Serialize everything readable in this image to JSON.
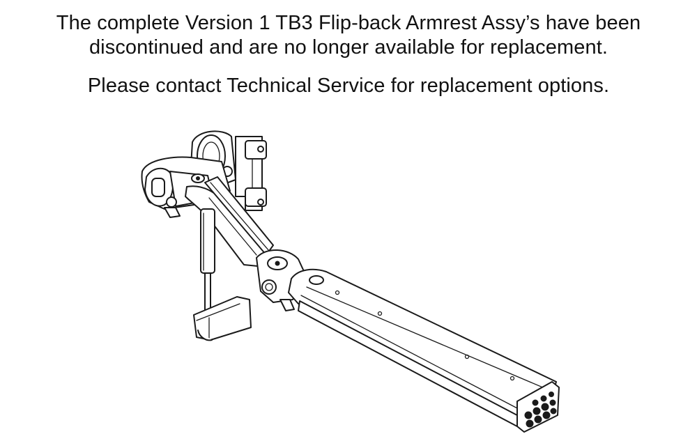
{
  "notice": {
    "line1": "The complete Version 1 TB3 Flip-back Armrest Assy’s have been",
    "line2": "discontinued and are no longer available for replacement.",
    "contact": "Please contact Technical Service for replacement options."
  }
}
